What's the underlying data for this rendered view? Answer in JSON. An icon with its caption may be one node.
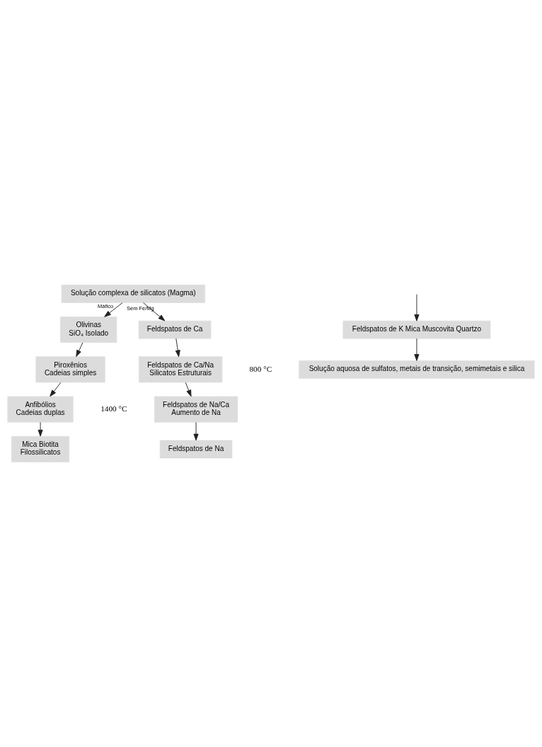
{
  "diagram": {
    "nodes": [
      {
        "text": [
          "Solução complexa de silicatos (Magma)"
        ]
      },
      {
        "text": [
          "Olivinas",
          "SiO₄ Isolado"
        ]
      },
      {
        "text": [
          "Feldspatos de Ca"
        ]
      },
      {
        "text": [
          "Piroxênios",
          "Cadeias simples"
        ]
      },
      {
        "text": [
          "Feldspatos de Ca/Na",
          "Silicatos Estruturais"
        ]
      },
      {
        "text": [
          "Anfibólios",
          "Cadeias duplas"
        ]
      },
      {
        "text": [
          "Feldspatos de Na/Ca",
          "Aumento de Na"
        ]
      },
      {
        "text": [
          "Mica Biotita",
          "Filossilicatos"
        ]
      },
      {
        "text": [
          "Feldspatos de Na"
        ]
      },
      {
        "text": [
          "Feldspatos de K Mica Muscovita Quartzo"
        ]
      },
      {
        "text": [
          "Solução aquosa de sulfatos, metais de transição, semimetais e silica"
        ]
      }
    ],
    "edges": [
      {
        "from": 0,
        "to": 1,
        "arrow": "to",
        "label": "Máfico"
      },
      {
        "from": 0,
        "to": 2,
        "arrow": "to",
        "label": "Sem Fe/Mg"
      },
      {
        "from": 1,
        "to": 3,
        "arrow": "to"
      },
      {
        "from": 2,
        "to": 4,
        "arrow": "to"
      },
      {
        "from": 3,
        "to": 5,
        "arrow": "to"
      },
      {
        "from": 4,
        "to": 6,
        "arrow": "to"
      },
      {
        "from": 5,
        "to": 7,
        "arrow": "to"
      },
      {
        "from": 6,
        "to": 8,
        "arrow": "to"
      },
      {
        "from": null,
        "to": 9,
        "arrow": "to"
      },
      {
        "from": 9,
        "to": 10,
        "arrow": "to"
      }
    ],
    "labels": [
      "1400 °C",
      "800 °C"
    ]
  }
}
